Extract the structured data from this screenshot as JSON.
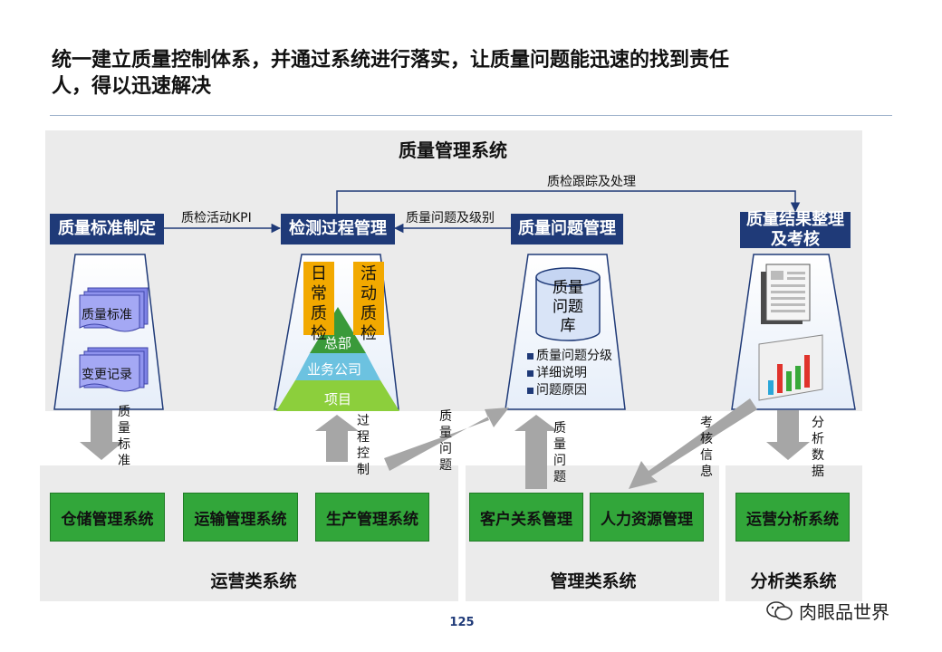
{
  "title": "统一建立质量控制体系，并通过系统进行落实，让质量问题能迅速的找到责任人，得以迅速解决",
  "main_panel": {
    "title": "质量管理系统"
  },
  "modules": {
    "standard": "质量标准制定",
    "inspection": "检测过程管理",
    "issue": "质量问题管理",
    "result": "质量结果整理及考核"
  },
  "flows": {
    "kpi": "质检活动KPI",
    "issue_grading": "质量问题及级别",
    "tracking": "质检跟踪及处理",
    "std_down": "质量标准",
    "process_control": "过程控制",
    "issue_up_diag": "质量问题",
    "issue_up": "质量问题",
    "assessment": "考核信息",
    "analysis_data": "分析数据"
  },
  "standard_docs": [
    "质量标准",
    "变更记录"
  ],
  "inspection": {
    "daily": "日常质检",
    "activity": "活动质检",
    "pyramid": [
      "总部",
      "业务公司",
      "项目"
    ]
  },
  "issue_db": {
    "label": "质量问题库",
    "bullets": [
      "质量问题分级",
      "详细说明",
      "问题原因"
    ]
  },
  "groups": {
    "ops": {
      "label": "运营类系统",
      "systems": [
        "仓储管理系统",
        "运输管理系统",
        "生产管理系统"
      ]
    },
    "mgmt": {
      "label": "管理类系统",
      "systems": [
        "客户关系管理",
        "人力资源管理"
      ]
    },
    "analysis": {
      "label": "分析类系统",
      "systems": [
        "运营分析系统"
      ]
    }
  },
  "page_number": "125",
  "watermark": "肉眼品世界",
  "colors": {
    "navy": "#1f3a78",
    "green": "#32a63a",
    "amber": "#f2a900",
    "panel": "#ebebeb",
    "arrow_gray": "#a6a6a6"
  }
}
